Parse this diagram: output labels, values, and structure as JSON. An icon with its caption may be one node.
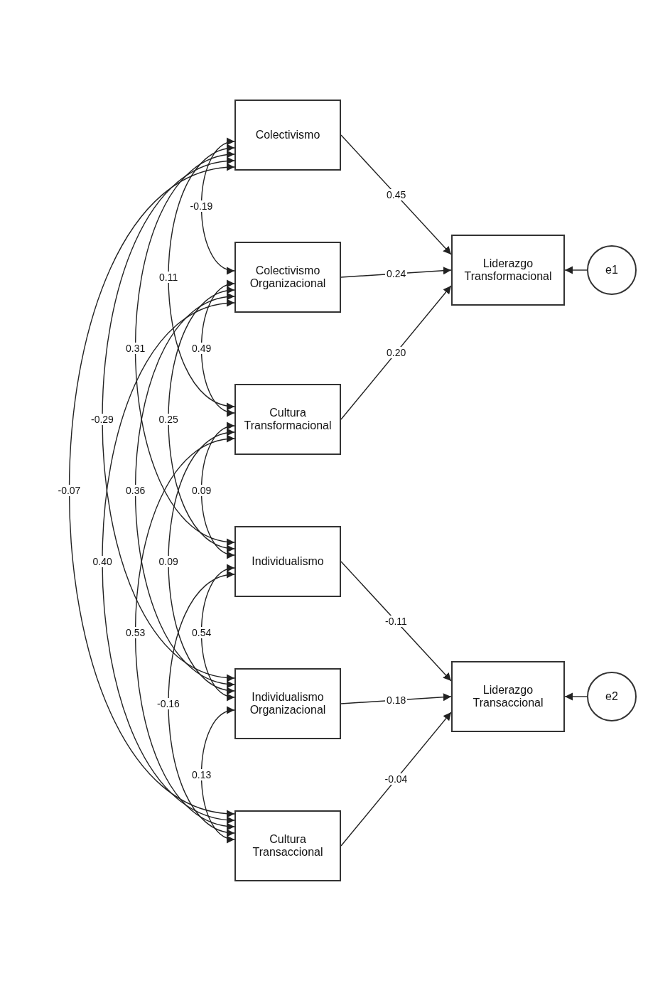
{
  "diagram": {
    "nodes": [
      {
        "text": [
          "e1"
        ]
      },
      {
        "text": [
          "e2"
        ]
      },
      {
        "text": [
          "Liderazgo Transformacional"
        ]
      },
      {
        "text": [
          "Liderazgo Transaccional"
        ]
      },
      {
        "text": [
          "Colectivismo"
        ]
      },
      {
        "text": [
          "Colectivismo Organizacional"
        ]
      },
      {
        "text": [
          "Cultura Transformacional"
        ]
      },
      {
        "text": [
          "Individualismo"
        ]
      },
      {
        "text": [
          "Individualismo Organizacional"
        ]
      },
      {
        "text": [
          "Cultura Transaccional"
        ]
      }
    ],
    "edges": [
      {
        "from": 0,
        "to": 2,
        "arrow": "to"
      },
      {
        "from": 1,
        "to": 3,
        "arrow": "to"
      },
      {
        "from": 4,
        "to": 2,
        "arrow": "to",
        "label": "0.45"
      },
      {
        "from": 5,
        "to": 2,
        "arrow": "to",
        "label": "0.24"
      },
      {
        "from": 6,
        "to": 2,
        "arrow": "to",
        "label": "0.20"
      },
      {
        "from": 7,
        "to": 3,
        "arrow": "to",
        "label": "-0.11"
      },
      {
        "from": 8,
        "to": 3,
        "arrow": "to",
        "label": "0.18"
      },
      {
        "from": 9,
        "to": 3,
        "arrow": "to",
        "label": "-0.04"
      },
      {
        "from": 4,
        "to": 5,
        "arrow": "both",
        "label": "-0.19"
      },
      {
        "from": 5,
        "to": 6,
        "arrow": "both",
        "label": "0.49"
      },
      {
        "from": 6,
        "to": 7,
        "arrow": "both",
        "label": "0.09"
      },
      {
        "from": 7,
        "to": 8,
        "arrow": "both",
        "label": "0.54"
      },
      {
        "from": 8,
        "to": 9,
        "arrow": "both",
        "label": "0.13"
      },
      {
        "from": 4,
        "to": 6,
        "arrow": "both",
        "label": "0.11"
      },
      {
        "from": 5,
        "to": 7,
        "arrow": "both",
        "label": "0.25"
      },
      {
        "from": 6,
        "to": 8,
        "arrow": "both",
        "label": "0.09"
      },
      {
        "from": 7,
        "to": 9,
        "arrow": "both",
        "label": "-0.16"
      },
      {
        "from": 4,
        "to": 7,
        "arrow": "both",
        "label": "0.31"
      },
      {
        "from": 5,
        "to": 8,
        "arrow": "both",
        "label": "0.36"
      },
      {
        "from": 6,
        "to": 9,
        "arrow": "both",
        "label": "0.53"
      },
      {
        "from": 4,
        "to": 8,
        "arrow": "both",
        "label": "-0.29"
      },
      {
        "from": 5,
        "to": 9,
        "arrow": "both",
        "label": "0.40"
      },
      {
        "from": 4,
        "to": 9,
        "arrow": "both",
        "label": "-0.07"
      }
    ]
  }
}
